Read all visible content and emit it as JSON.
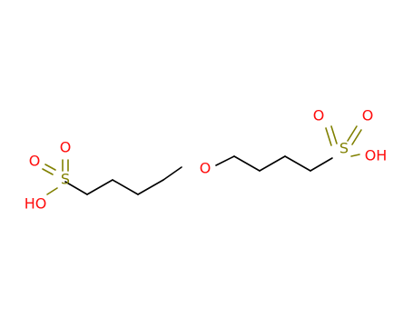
{
  "molecule": {
    "atoms": {
      "left_sulfur": "S",
      "left_oxo_top": "O",
      "left_oxo_left": "O",
      "left_hydroxyl": "HO",
      "ether_oxygen": "O",
      "right_sulfur": "S",
      "right_oxo_left": "O",
      "right_oxo_right": "O",
      "right_hydroxyl": "OH"
    },
    "colors": {
      "carbon_bond": "#000000",
      "oxygen": "#ff0d0d",
      "sulfur": "#808000",
      "background": "#ffffff"
    }
  }
}
